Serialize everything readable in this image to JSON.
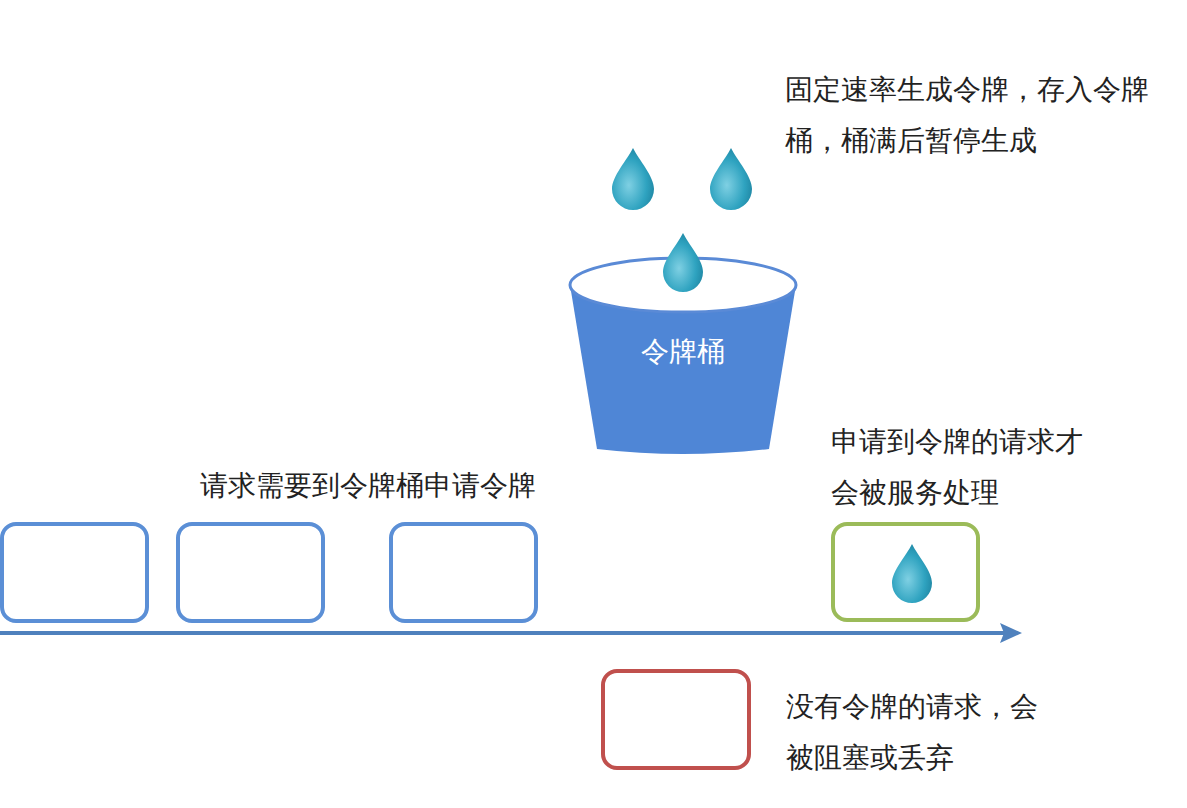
{
  "diagram": {
    "nodes": [
      {
        "text": [
          "令牌桶"
        ]
      }
    ],
    "labels": [
      "固定速率生成令牌，存入令牌桶，桶满后暂停生成",
      "请求需要到令牌桶申请令牌",
      "申请到令牌的请求才会被服务处理",
      "没有令牌的请求，会被阻塞或丢弃"
    ]
  }
}
